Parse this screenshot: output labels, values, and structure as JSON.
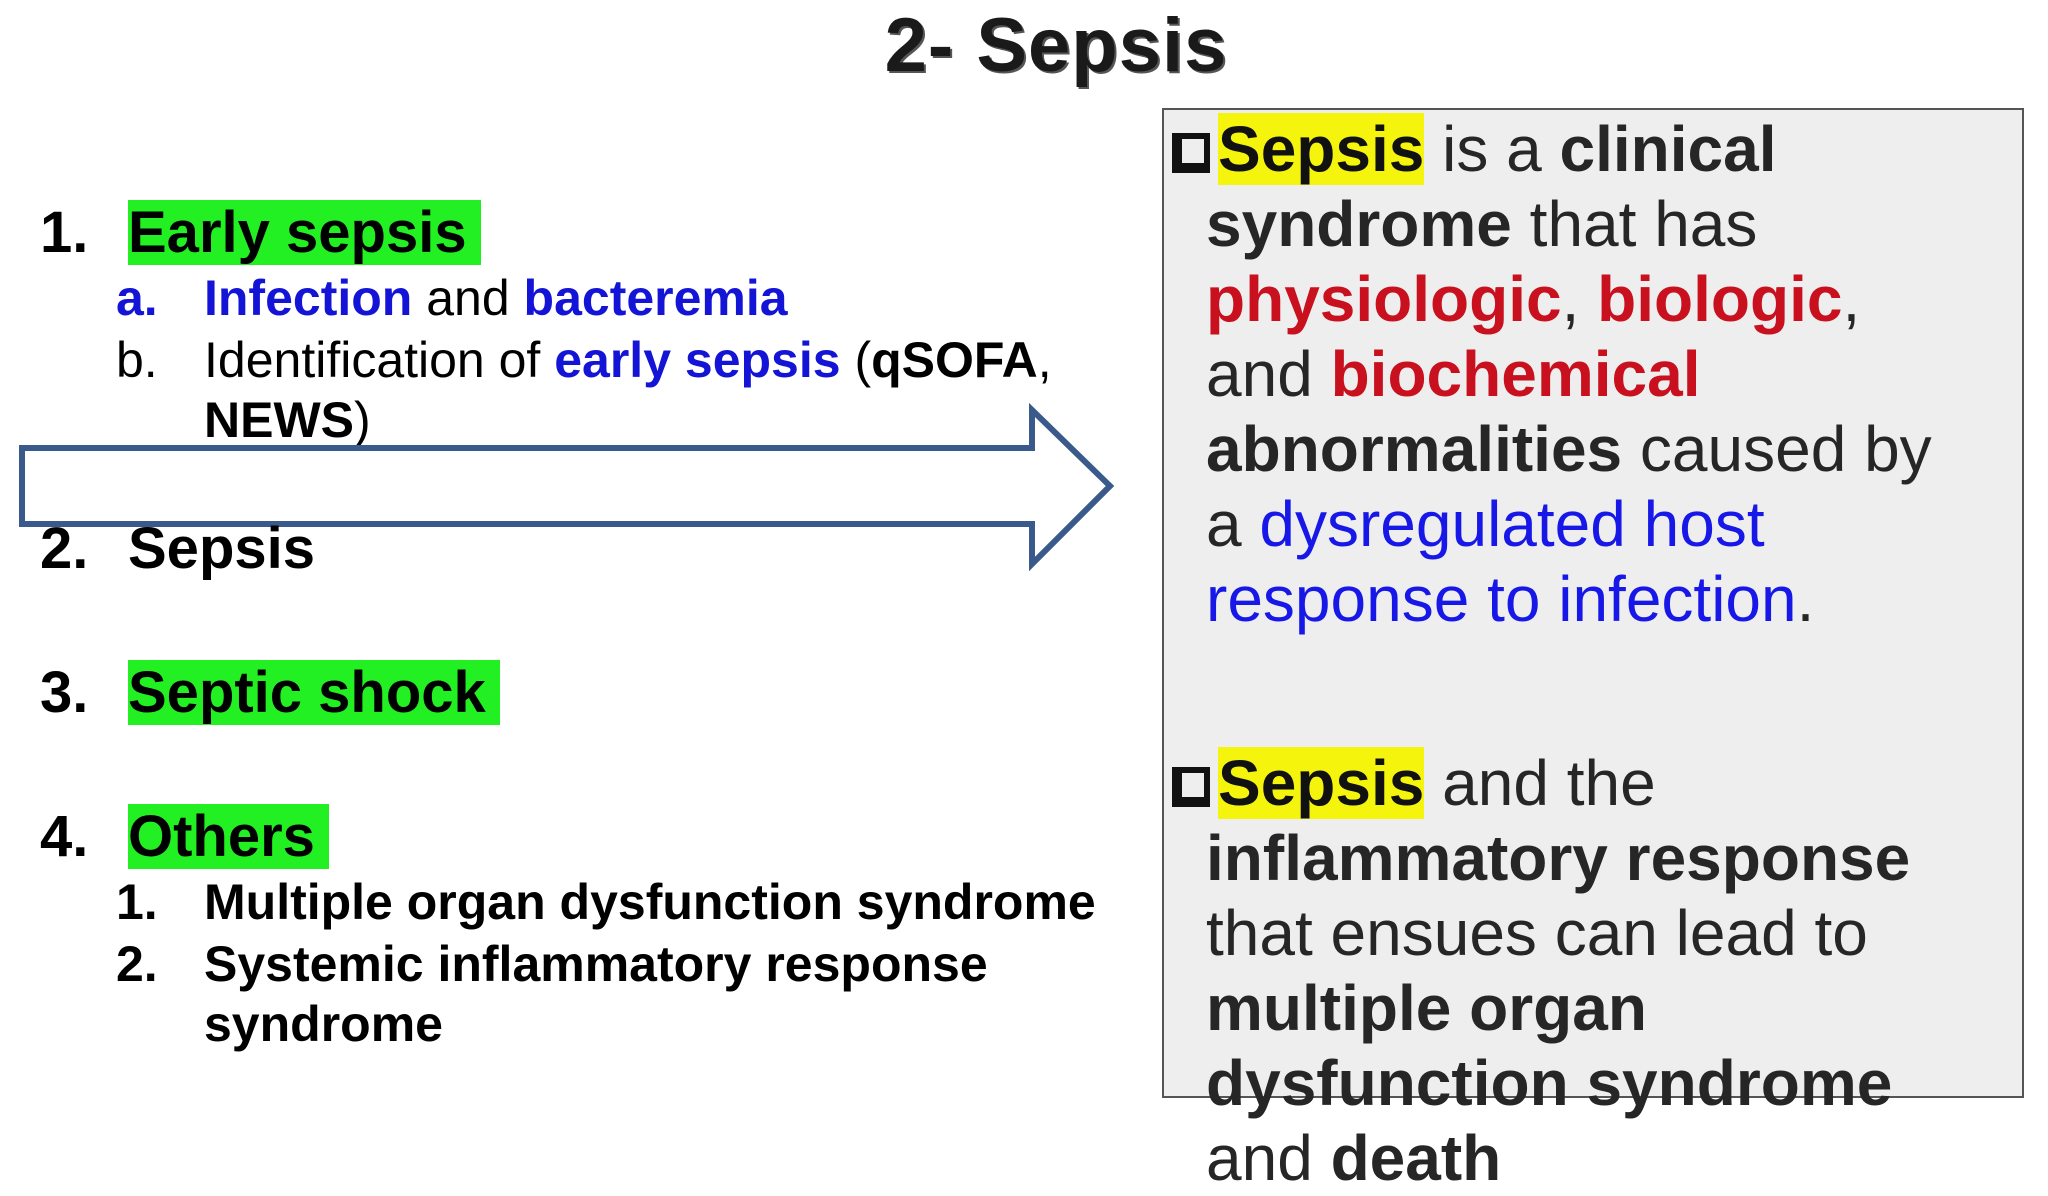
{
  "slide": {
    "title": "2- Sepsis"
  },
  "list": {
    "item1": {
      "number": "1.",
      "label": "Early sepsis"
    },
    "item1_sub_a": {
      "letter": "a.",
      "part1": "Infection",
      "part2": " and ",
      "part3": "bacteremia"
    },
    "item1_sub_b": {
      "letter": "b.",
      "part1": "Identification of ",
      "part2": "early sepsis",
      "part3": " (",
      "part4": "qSOFA",
      "part5": ",",
      "part6": "NEWS",
      "part7": ")"
    },
    "item2": {
      "number": "2.",
      "label": "Sepsis"
    },
    "item3": {
      "number": "3.",
      "label": "Septic shock"
    },
    "item4": {
      "number": "4.",
      "label": "Others"
    },
    "item4_sub_1": {
      "number": "1.",
      "label": "Multiple organ dysfunction syndrome"
    },
    "item4_sub_2": {
      "number": "2.",
      "line1": "Systemic inflammatory response",
      "line2": "syndrome"
    }
  },
  "box": {
    "para1": {
      "w1": "Sepsis",
      "w2": " is a ",
      "w3": "clinical",
      "w4": "syndrome",
      "w5": " that has",
      "w6": "physiologic",
      "w7": ", ",
      "w8": "biologic",
      "w9": ",",
      "w10": "and ",
      "w11": "biochemical",
      "w12": "abnormalities",
      "w13": " caused by",
      "w14": "a ",
      "w15": "dysregulated host",
      "w16": "response to infection",
      "w17": "."
    },
    "para2": {
      "w1": "Sepsis",
      "w2": " and the",
      "w3": "inflammatory response",
      "w4": "that ensues can lead to",
      "w5": "multiple organ",
      "w6": "dysfunction syndrome",
      "w7": "and ",
      "w8": "death"
    }
  },
  "colors": {
    "green_highlight": "#22f022",
    "yellow_highlight": "#f4f40c",
    "red_text": "#c8101e",
    "blue_text": "#1717e8",
    "arrow_stroke": "#3a5a8c",
    "box_background": "#eeeeee"
  }
}
